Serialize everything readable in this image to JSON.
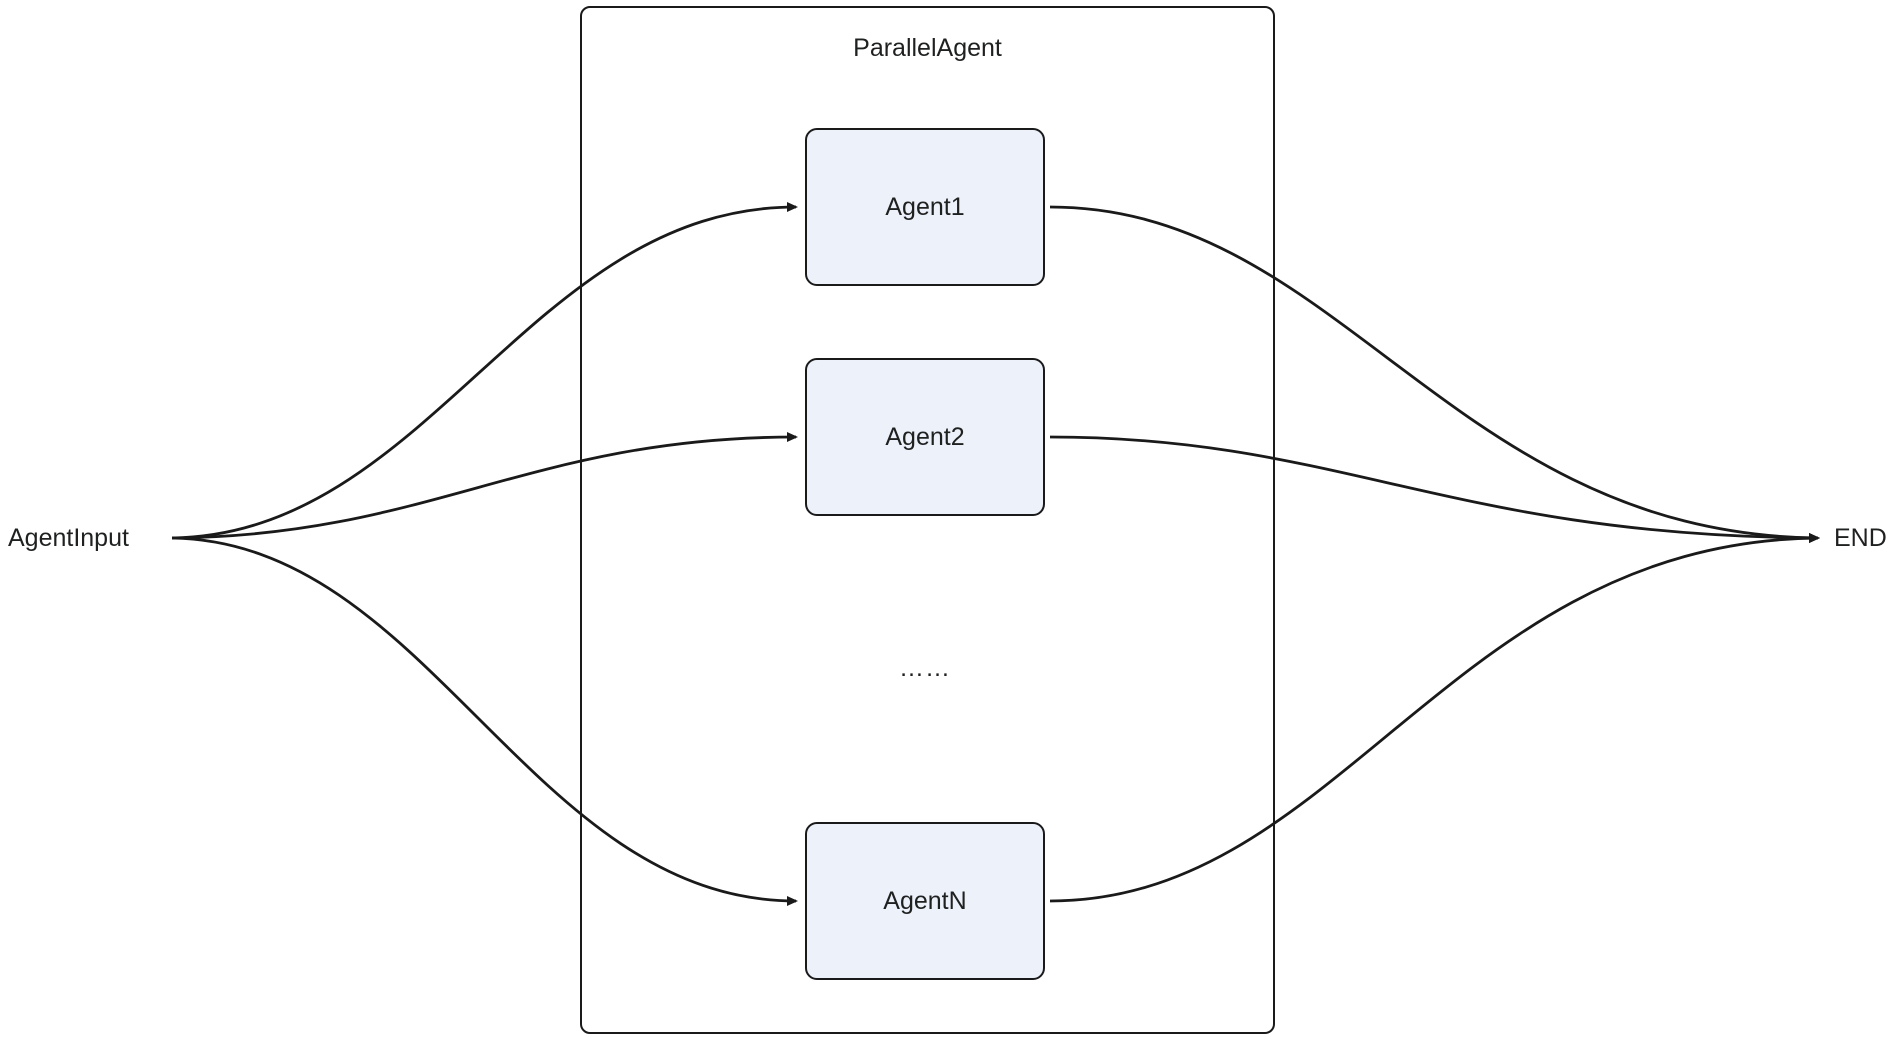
{
  "diagram": {
    "type": "flowchart",
    "direction": "left-to-right",
    "input_node": {
      "id": "agent-input",
      "label": "AgentInput"
    },
    "end_node": {
      "id": "end",
      "label": "END"
    },
    "group": {
      "label": "ParallelAgent",
      "nodes": [
        {
          "id": "agent1",
          "label": "Agent1"
        },
        {
          "id": "agent2",
          "label": "Agent2"
        },
        {
          "id": "agentN",
          "label": "AgentN"
        }
      ],
      "ellipsis": "……"
    },
    "edges": [
      {
        "from": "AgentInput",
        "to": "Agent1"
      },
      {
        "from": "AgentInput",
        "to": "Agent2"
      },
      {
        "from": "AgentInput",
        "to": "AgentN"
      },
      {
        "from": "Agent1",
        "to": "END"
      },
      {
        "from": "Agent2",
        "to": "END"
      },
      {
        "from": "AgentN",
        "to": "END"
      }
    ],
    "colors": {
      "background": "#ffffff",
      "node_fill": "#edf1fa",
      "node_stroke": "#1a1a1a",
      "edge_stroke": "#1a1a1a",
      "text": "#1f2020"
    }
  }
}
